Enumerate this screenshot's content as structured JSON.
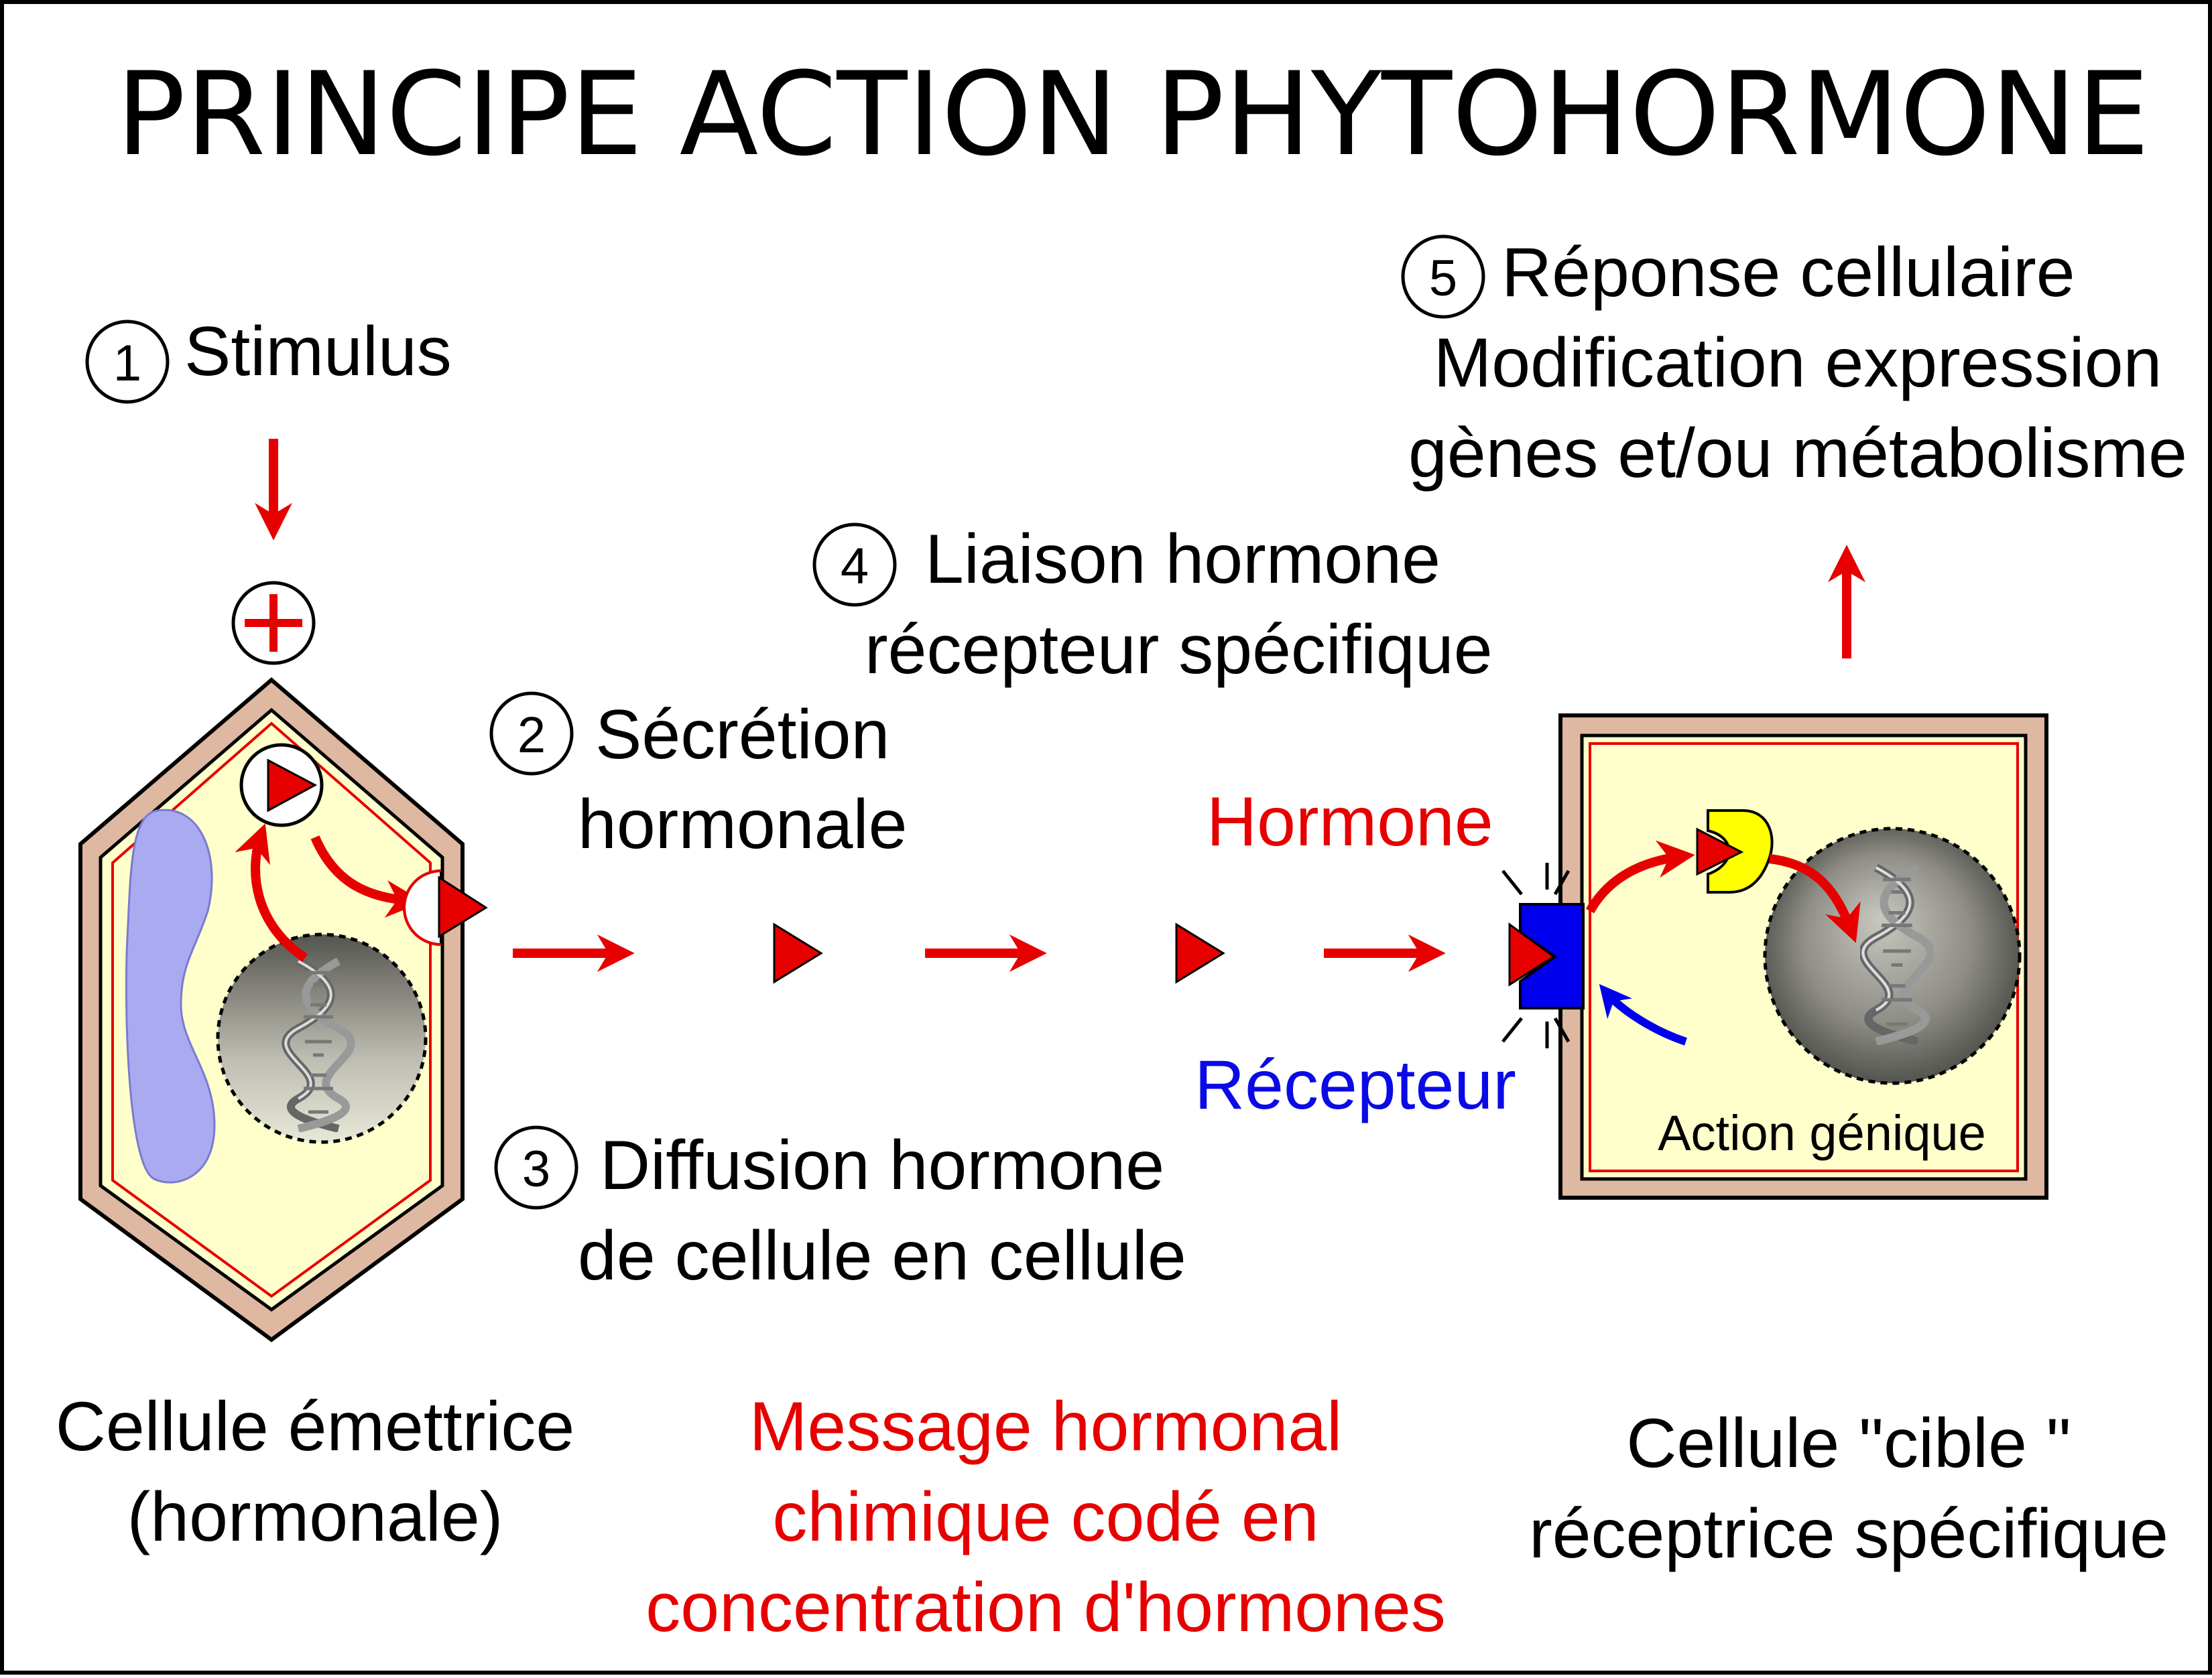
{
  "title": "PRINCIPE ACTION PHYTOHORMONE",
  "steps": {
    "s1": {
      "num": "1",
      "line1": "Stimulus"
    },
    "s2": {
      "num": "2",
      "line1": "Sécrétion",
      "line2": "hormonale"
    },
    "s3": {
      "num": "3",
      "line1": "Diffusion hormone",
      "line2": "de cellule en cellule"
    },
    "s4": {
      "num": "4",
      "line1": "Liaison hormone",
      "line2": "récepteur spécifique"
    },
    "s5": {
      "num": "5",
      "line1": "Réponse cellulaire",
      "line2": "Modification expression",
      "line3": "gènes et/ou métabolisme"
    }
  },
  "labels": {
    "hormone": "Hormone",
    "recepteur": "Récepteur",
    "action_genique": "Action génique"
  },
  "captions": {
    "emettrice": {
      "line1": "Cellule émettrice",
      "line2": "(hormonale)"
    },
    "message": {
      "line1": "Message hormonal",
      "line2": "chimique codé en",
      "line3": "concentration d'hormones"
    },
    "cible": {
      "line1": "Cellule \"cible \"",
      "line2": "réceptrice spécifique"
    }
  },
  "colors": {
    "hormone": "#e60000",
    "receptor": "#0000ee",
    "wall": "#deb8a0",
    "cytoplasm": "#ffffcc",
    "vacuole": "#aaaaf0",
    "effector": "#ffff00"
  }
}
